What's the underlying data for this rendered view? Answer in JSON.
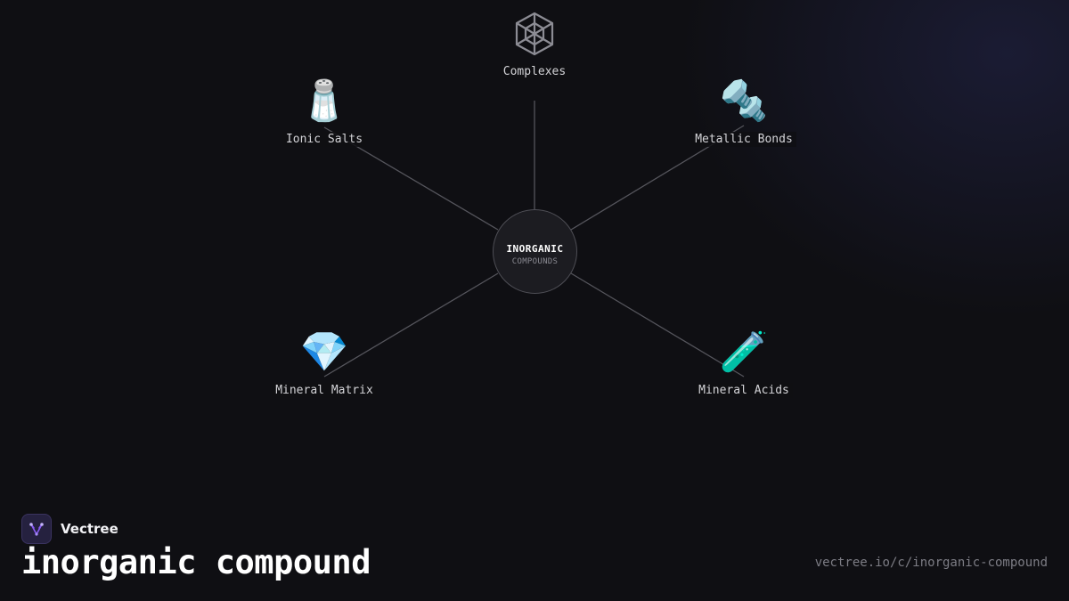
{
  "hub": {
    "title": "INORGANIC",
    "subtitle": "COMPOUNDS"
  },
  "nodes": [
    {
      "id": "complexes",
      "label": "Complexes",
      "icon": "spider-web-icon"
    },
    {
      "id": "ionic-salts",
      "label": "Ionic Salts",
      "icon": "salt-shaker-icon",
      "glyph": "🧂"
    },
    {
      "id": "metallic-bonds",
      "label": "Metallic Bonds",
      "icon": "nut-and-bolt-icon",
      "glyph": "🔩"
    },
    {
      "id": "mineral-matrix",
      "label": "Mineral Matrix",
      "icon": "gem-icon",
      "glyph": "💎"
    },
    {
      "id": "mineral-acids",
      "label": "Mineral Acids",
      "icon": "test-tube-icon",
      "glyph": "🧪"
    }
  ],
  "brand": {
    "name": "Vectree",
    "logo_icon": "vectree-logo-icon"
  },
  "title": "inorganic compound",
  "url": "vectree.io/c/inorganic-compound",
  "colors": {
    "background": "#0f0f13",
    "link": "#55555c",
    "hub_border": "#4e4e55",
    "brand_accent": "#8b5cf6"
  }
}
